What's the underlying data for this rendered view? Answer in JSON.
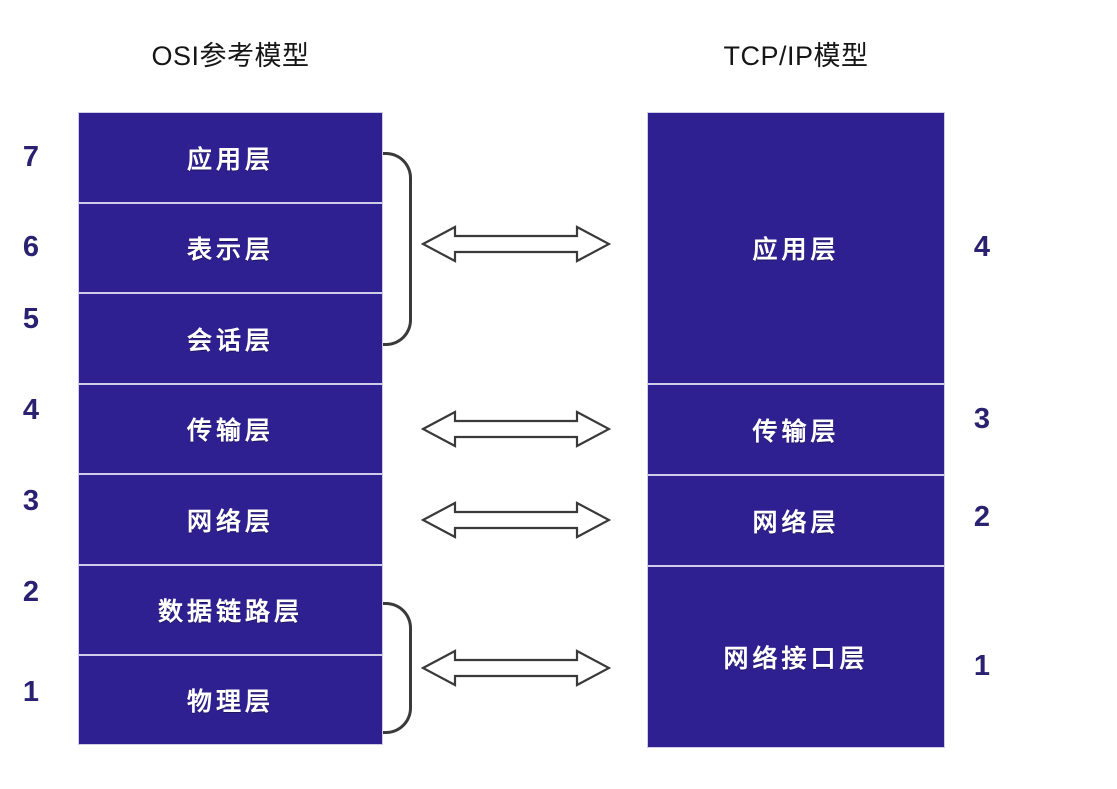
{
  "diagram": {
    "title_osi": "OSI参考模型",
    "title_tcp": "TCP/IP模型",
    "accent_color": "#2f2092",
    "number_color": "#2a2270",
    "label_color": "#ffffff",
    "outline_color": "#3a3a3a",
    "background": "#ffffff"
  },
  "osi": {
    "header": "OSI参考模型",
    "layers": [
      {
        "number": "7",
        "label": "应用层"
      },
      {
        "number": "6",
        "label": "表示层"
      },
      {
        "number": "5",
        "label": "会话层"
      },
      {
        "number": "4",
        "label": "传输层"
      },
      {
        "number": "3",
        "label": "网络层"
      },
      {
        "number": "2",
        "label": "数据链路层"
      },
      {
        "number": "1",
        "label": "物理层"
      }
    ]
  },
  "tcpip": {
    "header": "TCP/IP模型",
    "layers": [
      {
        "number": "4",
        "label": "应用层"
      },
      {
        "number": "3",
        "label": "传输层"
      },
      {
        "number": "2",
        "label": "网络层"
      },
      {
        "number": "1",
        "label": "网络接口层"
      }
    ]
  },
  "mappings": [
    {
      "osi_layers": [
        "7",
        "6",
        "5"
      ],
      "tcp_layer": "4",
      "bracket": true
    },
    {
      "osi_layers": [
        "4"
      ],
      "tcp_layer": "3",
      "bracket": false
    },
    {
      "osi_layers": [
        "3"
      ],
      "tcp_layer": "2",
      "bracket": false
    },
    {
      "osi_layers": [
        "2",
        "1"
      ],
      "tcp_layer": "1",
      "bracket": true
    }
  ]
}
